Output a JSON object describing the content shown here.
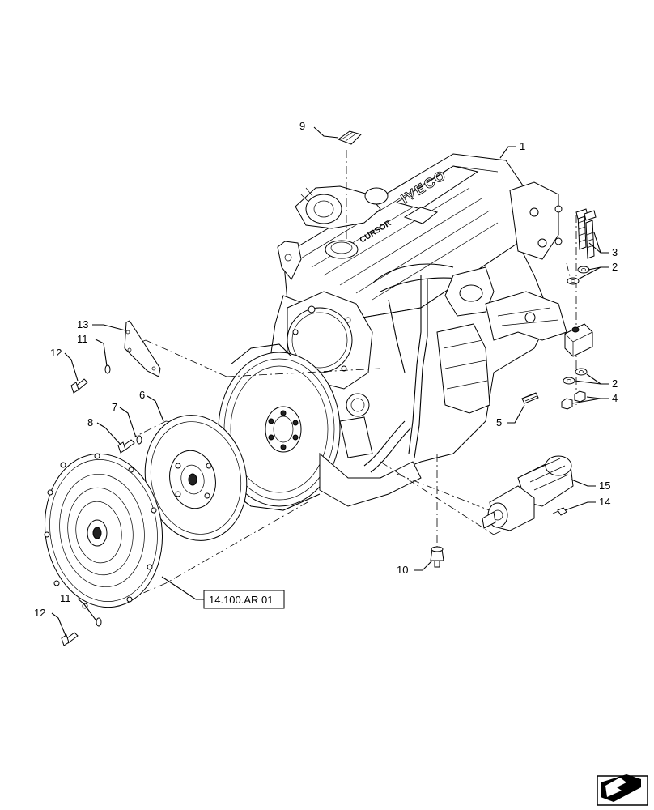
{
  "callouts": {
    "c1": "1",
    "c2a": "2",
    "c2b": "2",
    "c3": "3",
    "c4": "4",
    "c5": "5",
    "c6": "6",
    "c7": "7",
    "c8": "8",
    "c9": "9",
    "c10": "10",
    "c11a": "11",
    "c11b": "11",
    "c12a": "12",
    "c12b": "12",
    "c13": "13",
    "c14": "14",
    "c15": "15"
  },
  "reference": {
    "label": "14.100.AR 01"
  },
  "engine_branding": {
    "make": "IVECO",
    "model": "CURSOR"
  },
  "nav": {
    "icon": "next-page-arrow-icon"
  }
}
